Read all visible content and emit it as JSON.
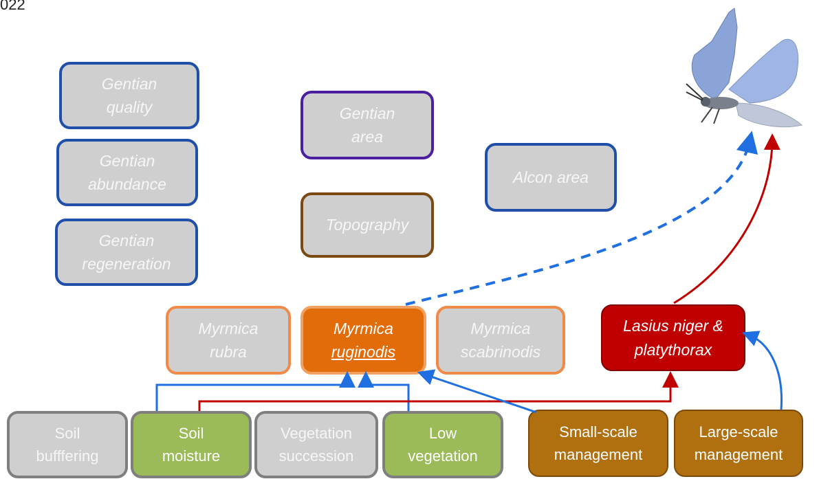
{
  "corner_text": "022",
  "boxes": {
    "gentian_quality": [
      "Gentian",
      "quality"
    ],
    "gentian_abundance": [
      "Gentian",
      "abundance"
    ],
    "gentian_regeneration": [
      "Gentian",
      "regeneration"
    ],
    "gentian_area": [
      "Gentian",
      "area"
    ],
    "topography": [
      "Topography"
    ],
    "alcon_area": [
      "Alcon area"
    ],
    "myrmica_rubra": [
      "Myrmica",
      "rubra"
    ],
    "myrmica_ruginodis": [
      "Myrmica",
      "ruginodis"
    ],
    "myrmica_scabrinodis": [
      "Myrmica",
      "scabrinodis"
    ],
    "lasius": [
      "Lasius niger &",
      "platythorax"
    ],
    "soil_buffering": [
      "Soil",
      "bufffering"
    ],
    "soil_moisture": [
      "Soil",
      "moisture"
    ],
    "vegetation_succession": [
      "Vegetation",
      "succession"
    ],
    "low_vegetation": [
      "Low",
      "vegetation"
    ],
    "small_scale": [
      "Small-scale",
      "management"
    ],
    "large_scale": [
      "Large-scale",
      "management"
    ]
  },
  "colors": {
    "blue_arrow": "#1f6fe0",
    "red_arrow": "#c00000",
    "ruginodis_fill": "#e36c0a",
    "lasius_fill": "#c00000",
    "management_fill": "#b07010",
    "green_fill": "#9bbb59"
  },
  "icons": [
    "butterfly-icon"
  ]
}
